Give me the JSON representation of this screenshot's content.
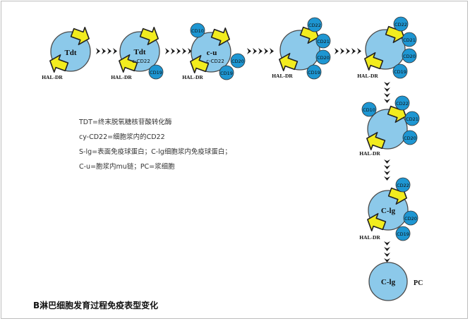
{
  "title": "B淋巴细胞发育过程免疫表型变化",
  "legend": [
    "TDT=终末脱氧糖核苷酸转化酶",
    "cy-CD22=细胞浆内的CD22",
    "S-lg=表面免疫球蛋白；C-lg细胞浆内免疫球蛋白；",
    "C-u=胞浆内mu链；PC=浆细胞"
  ],
  "colors": {
    "cell_fill": "#8cc9ea",
    "cell_stroke": "#4a4a4a",
    "marker_fill": "#1e96d2",
    "arrow_yellow": "#f2ec1e",
    "arrow_stroke": "#222222",
    "connector": "#1a1a1a"
  },
  "stages": [
    {
      "id": "s1",
      "label": "Tdt",
      "sublabel": "",
      "receptor": "HAL-DR",
      "markers": []
    },
    {
      "id": "s2",
      "label": "Tdt",
      "sublabel": "c-CD22",
      "receptor": "HAL-DR",
      "markers": [
        "CD19"
      ]
    },
    {
      "id": "s3",
      "label": "c-u",
      "sublabel": "c-CD22",
      "receptor": "HAL-DR",
      "markers": [
        "CD10",
        "CD20",
        "CD19"
      ]
    },
    {
      "id": "s4",
      "label": "",
      "sublabel": "",
      "receptor": "HAL-DR",
      "markers": [
        "CD22",
        "CD21",
        "CD20",
        "CD19"
      ]
    },
    {
      "id": "s5",
      "label": "",
      "sublabel": "",
      "receptor": "HAL-DR",
      "markers": [
        "CD22",
        "CD21",
        "CD20",
        "CD19"
      ]
    },
    {
      "id": "s6",
      "label": "",
      "sublabel": "",
      "receptor": "HAL-DR",
      "markers": [
        "CD10",
        "CD22",
        "CD21",
        "CD20"
      ]
    },
    {
      "id": "s7",
      "label": "C-lg",
      "sublabel": "",
      "receptor": "HAL-DR",
      "markers": [
        "CD22",
        "CD20",
        "CD19"
      ]
    },
    {
      "id": "s8",
      "label": "C-lg",
      "sublabel": "",
      "receptor": "",
      "side_label": "PC",
      "markers": []
    }
  ]
}
